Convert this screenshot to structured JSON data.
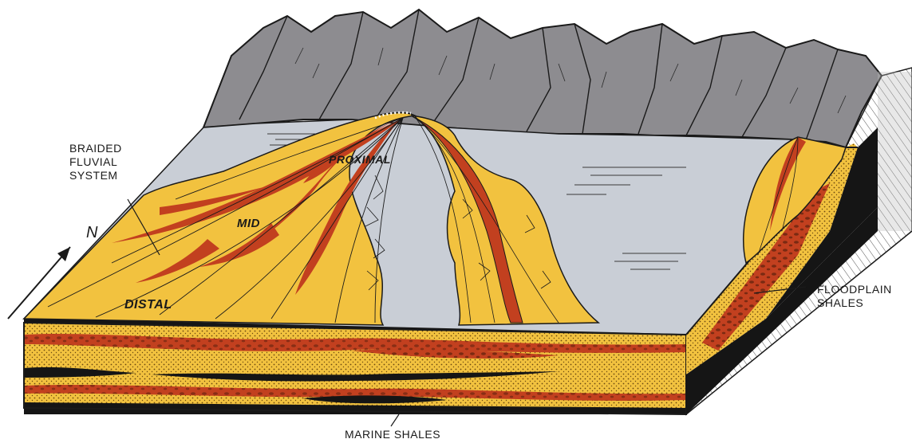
{
  "labels": {
    "braided_fluvial_system": [
      "BRAIDED",
      "FLUVIAL",
      "SYSTEM"
    ],
    "proximal": "PROXIMAL",
    "mid": "MID",
    "distal": "DISTAL",
    "floodplain_shales": [
      "FLOODPLAIN",
      "SHALES"
    ],
    "marine_shales": "MARINE SHALES",
    "north_arrow": "N"
  },
  "colors": {
    "mountain": "#8d8c90",
    "plain": "#c9ced6",
    "fan_yellow": "#f2c23f",
    "channel_red": "#c2401f",
    "shale_black": "#151515",
    "outline": "#1a1a1a"
  }
}
